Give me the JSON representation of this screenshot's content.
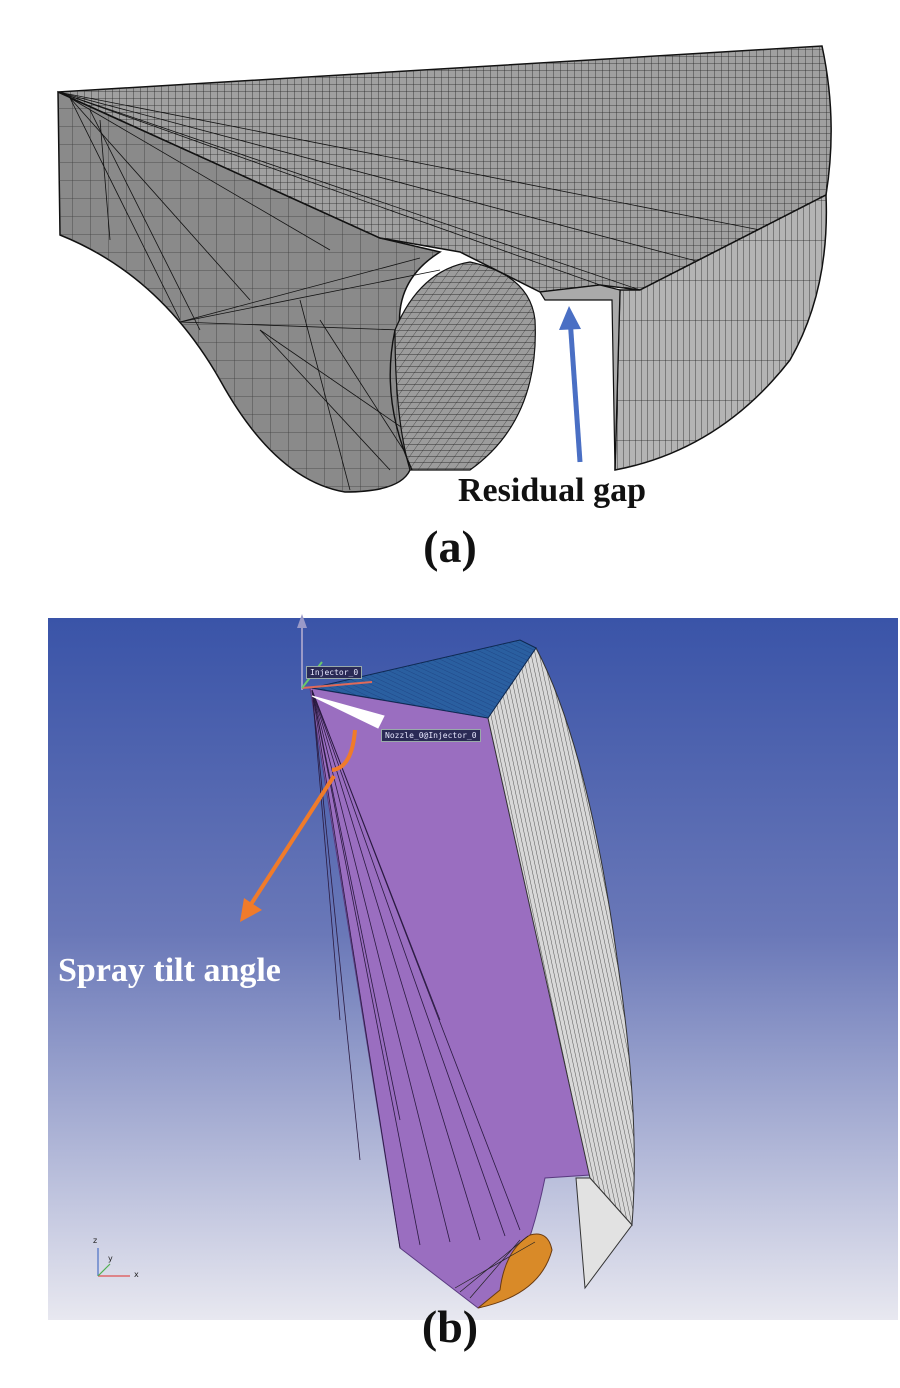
{
  "panel_a": {
    "caption": "(a)",
    "annotation": "Residual gap",
    "arrow_color": "#4a6fc4"
  },
  "panel_b": {
    "caption": "(b)",
    "annotation": "Spray tilt angle",
    "arrow_color": "#f07b2a",
    "labels": {
      "injector": "Injector_0",
      "nozzle": "Nozzle_0@Injector_0"
    },
    "axes": {
      "x": "x",
      "y": "y",
      "z": "z"
    },
    "colors": {
      "background_top": "#3a54a8",
      "background_bottom": "#e6e6ef",
      "domain_face": "#9a6ec0",
      "cylinder_mesh": "#d8d8d8",
      "injector_cap": "#d98a28"
    }
  }
}
